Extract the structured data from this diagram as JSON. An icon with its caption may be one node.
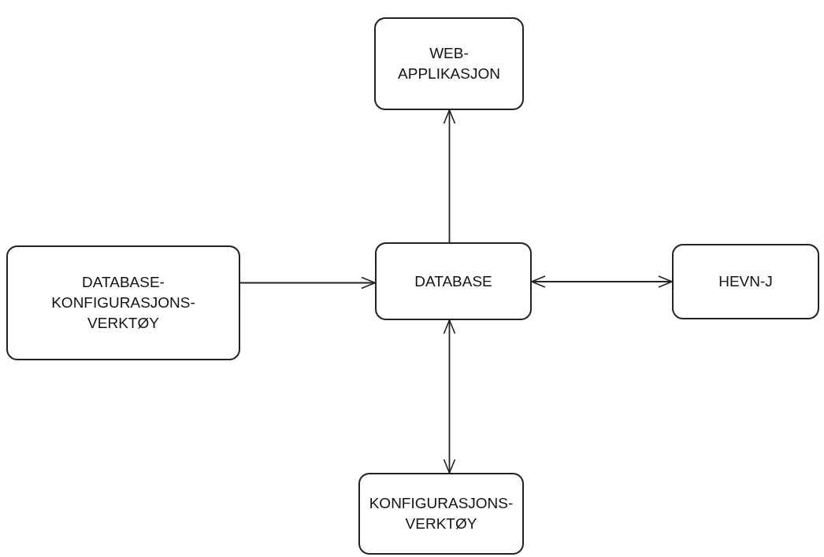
{
  "diagram": {
    "nodes": [
      {
        "text": [
          "WEB- APPLIKASJON"
        ]
      },
      {
        "text": [
          "DATABASE- KONFIGURASJONS- VERKTØY"
        ]
      },
      {
        "text": [
          "DATABASE"
        ]
      },
      {
        "text": [
          "HEVN-J"
        ]
      },
      {
        "text": [
          "KONFIGURASJONS- VERKTØY"
        ]
      }
    ],
    "edges": [
      {
        "from": 2,
        "to": 0,
        "arrow": "to"
      },
      {
        "from": 1,
        "to": 2,
        "arrow": "to"
      },
      {
        "from": 2,
        "to": 3,
        "arrow": "both"
      },
      {
        "from": 2,
        "to": 4,
        "arrow": "both"
      }
    ]
  }
}
